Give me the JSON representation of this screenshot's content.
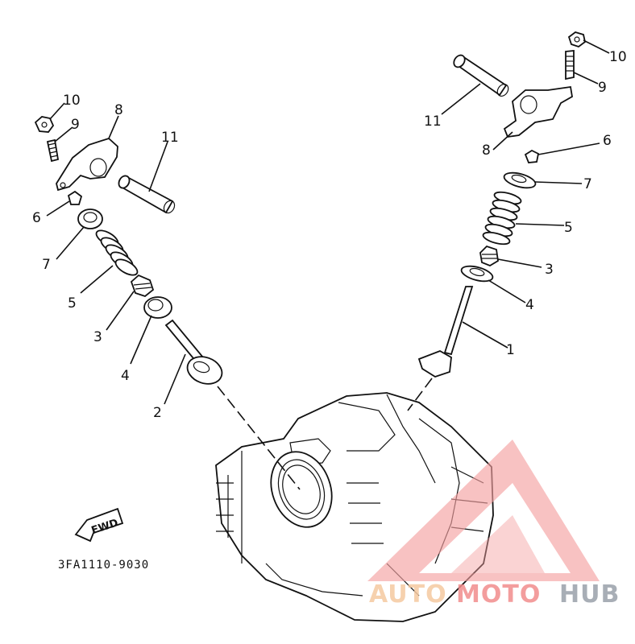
{
  "diagram": {
    "part_code": "3FA1110-9030",
    "direction_label": "FWD",
    "callouts_left": [
      "10",
      "9",
      "8",
      "11",
      "6",
      "7",
      "5",
      "3",
      "4",
      "2"
    ],
    "callouts_right": [
      "10",
      "9",
      "11",
      "8",
      "6",
      "7",
      "5",
      "3",
      "4",
      "1"
    ]
  },
  "watermark": {
    "text_a": "AUTO",
    "text_b": "MOTO",
    "text_c": "HUB",
    "colors": {
      "auto": "#f5c9a0",
      "moto": "#f28c8c",
      "hub": "#9aa0aa",
      "triangle": "#f4a0a0"
    }
  }
}
